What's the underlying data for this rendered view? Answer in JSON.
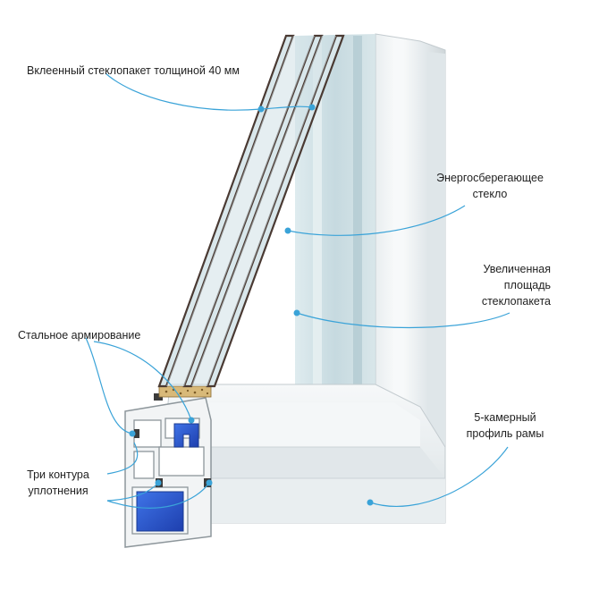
{
  "colors": {
    "leader_line": "#3aa3d8",
    "glass_edge": "#4a3a33",
    "glass_pane": "#c9dde3",
    "profile_white": "#eef1f2",
    "reinforcement_blue": "#2f5fd6",
    "spacer_foam": "#d8b979"
  },
  "labels": {
    "glass_unit": [
      "Вклеенный стеклопакет толщиной 40 мм"
    ],
    "energy_glass": [
      "Энергосберегающее",
      "стекло"
    ],
    "glass_area": [
      "Увеличенная",
      "площадь",
      "стеклопакета"
    ],
    "steel": [
      "Стальное армирование"
    ],
    "seals": [
      "Три контура",
      "уплотнения"
    ],
    "frame": [
      "5-камерный",
      "профиль рамы"
    ]
  }
}
